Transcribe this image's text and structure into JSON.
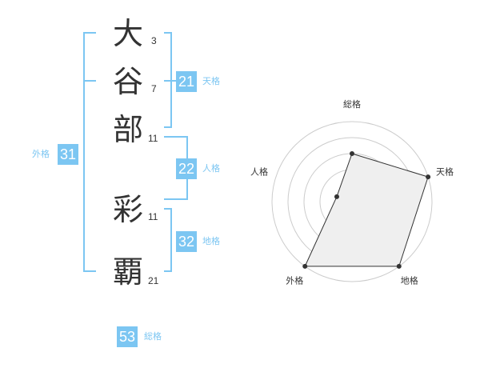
{
  "surname": [
    {
      "char": "大",
      "strokes": "3"
    },
    {
      "char": "谷",
      "strokes": "7"
    },
    {
      "char": "部",
      "strokes": "11"
    }
  ],
  "given": [
    {
      "char": "彩",
      "strokes": "11"
    },
    {
      "char": "覇",
      "strokes": "21"
    }
  ],
  "fortunes": {
    "tenkaku": {
      "value": "21",
      "label": "天格"
    },
    "jinkaku": {
      "value": "22",
      "label": "人格"
    },
    "chikaku": {
      "value": "32",
      "label": "地格"
    },
    "gaikaku": {
      "value": "31",
      "label": "外格"
    },
    "soukaku": {
      "value": "53",
      "label": "総格"
    }
  },
  "radar": {
    "axes": [
      "総格",
      "天格",
      "地格",
      "外格",
      "人格"
    ],
    "values": [
      3,
      5,
      5,
      5,
      1
    ],
    "max": 5,
    "colors": {
      "fill": "#efefef",
      "line": "#333333",
      "grid": "#cccccc",
      "accent": "#7cc6f2"
    }
  }
}
